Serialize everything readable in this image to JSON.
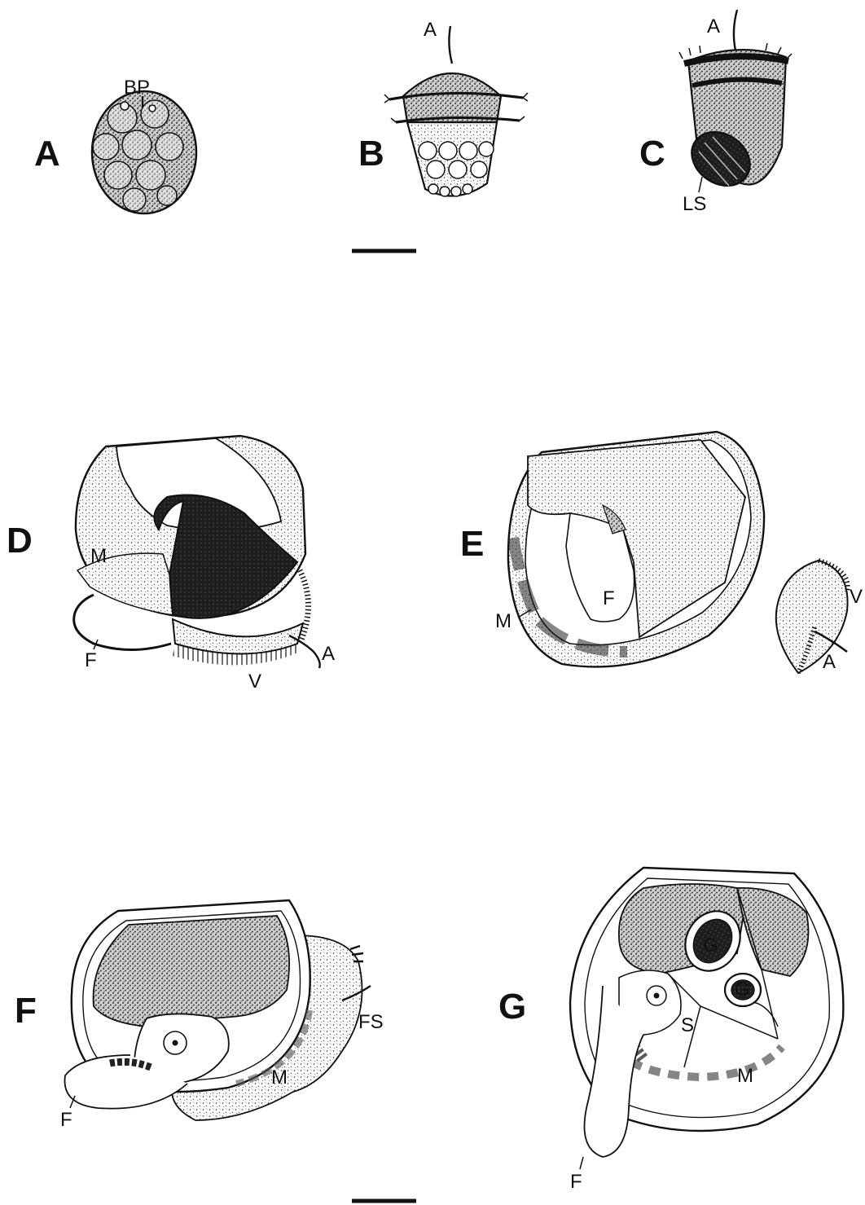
{
  "figure": {
    "panels": [
      {
        "id": "A",
        "letter": "A",
        "labels": {
          "bp": "BP"
        }
      },
      {
        "id": "B",
        "letter": "B",
        "labels": {
          "a": "A"
        }
      },
      {
        "id": "C",
        "letter": "C",
        "labels": {
          "a": "A",
          "ls": "LS"
        }
      },
      {
        "id": "D",
        "letter": "D",
        "labels": {
          "m": "M",
          "f": "F",
          "a": "A",
          "v": "V"
        }
      },
      {
        "id": "E",
        "letter": "E",
        "labels": {
          "m": "M",
          "f": "F",
          "v": "V",
          "a": "A"
        }
      },
      {
        "id": "F",
        "letter": "F",
        "labels": {
          "f": "F",
          "m": "M",
          "fs": "FS"
        }
      },
      {
        "id": "G",
        "letter": "G",
        "labels": {
          "g1": "G",
          "g2": "G",
          "s": "S",
          "m": "M",
          "f": "F"
        }
      }
    ],
    "scale_bars": [
      "top",
      "bottom"
    ]
  },
  "colors": {
    "ink": "#111111",
    "paper": "#ffffff",
    "stipple": "#9a9a9a",
    "dark_fill": "#1e1e1e"
  }
}
